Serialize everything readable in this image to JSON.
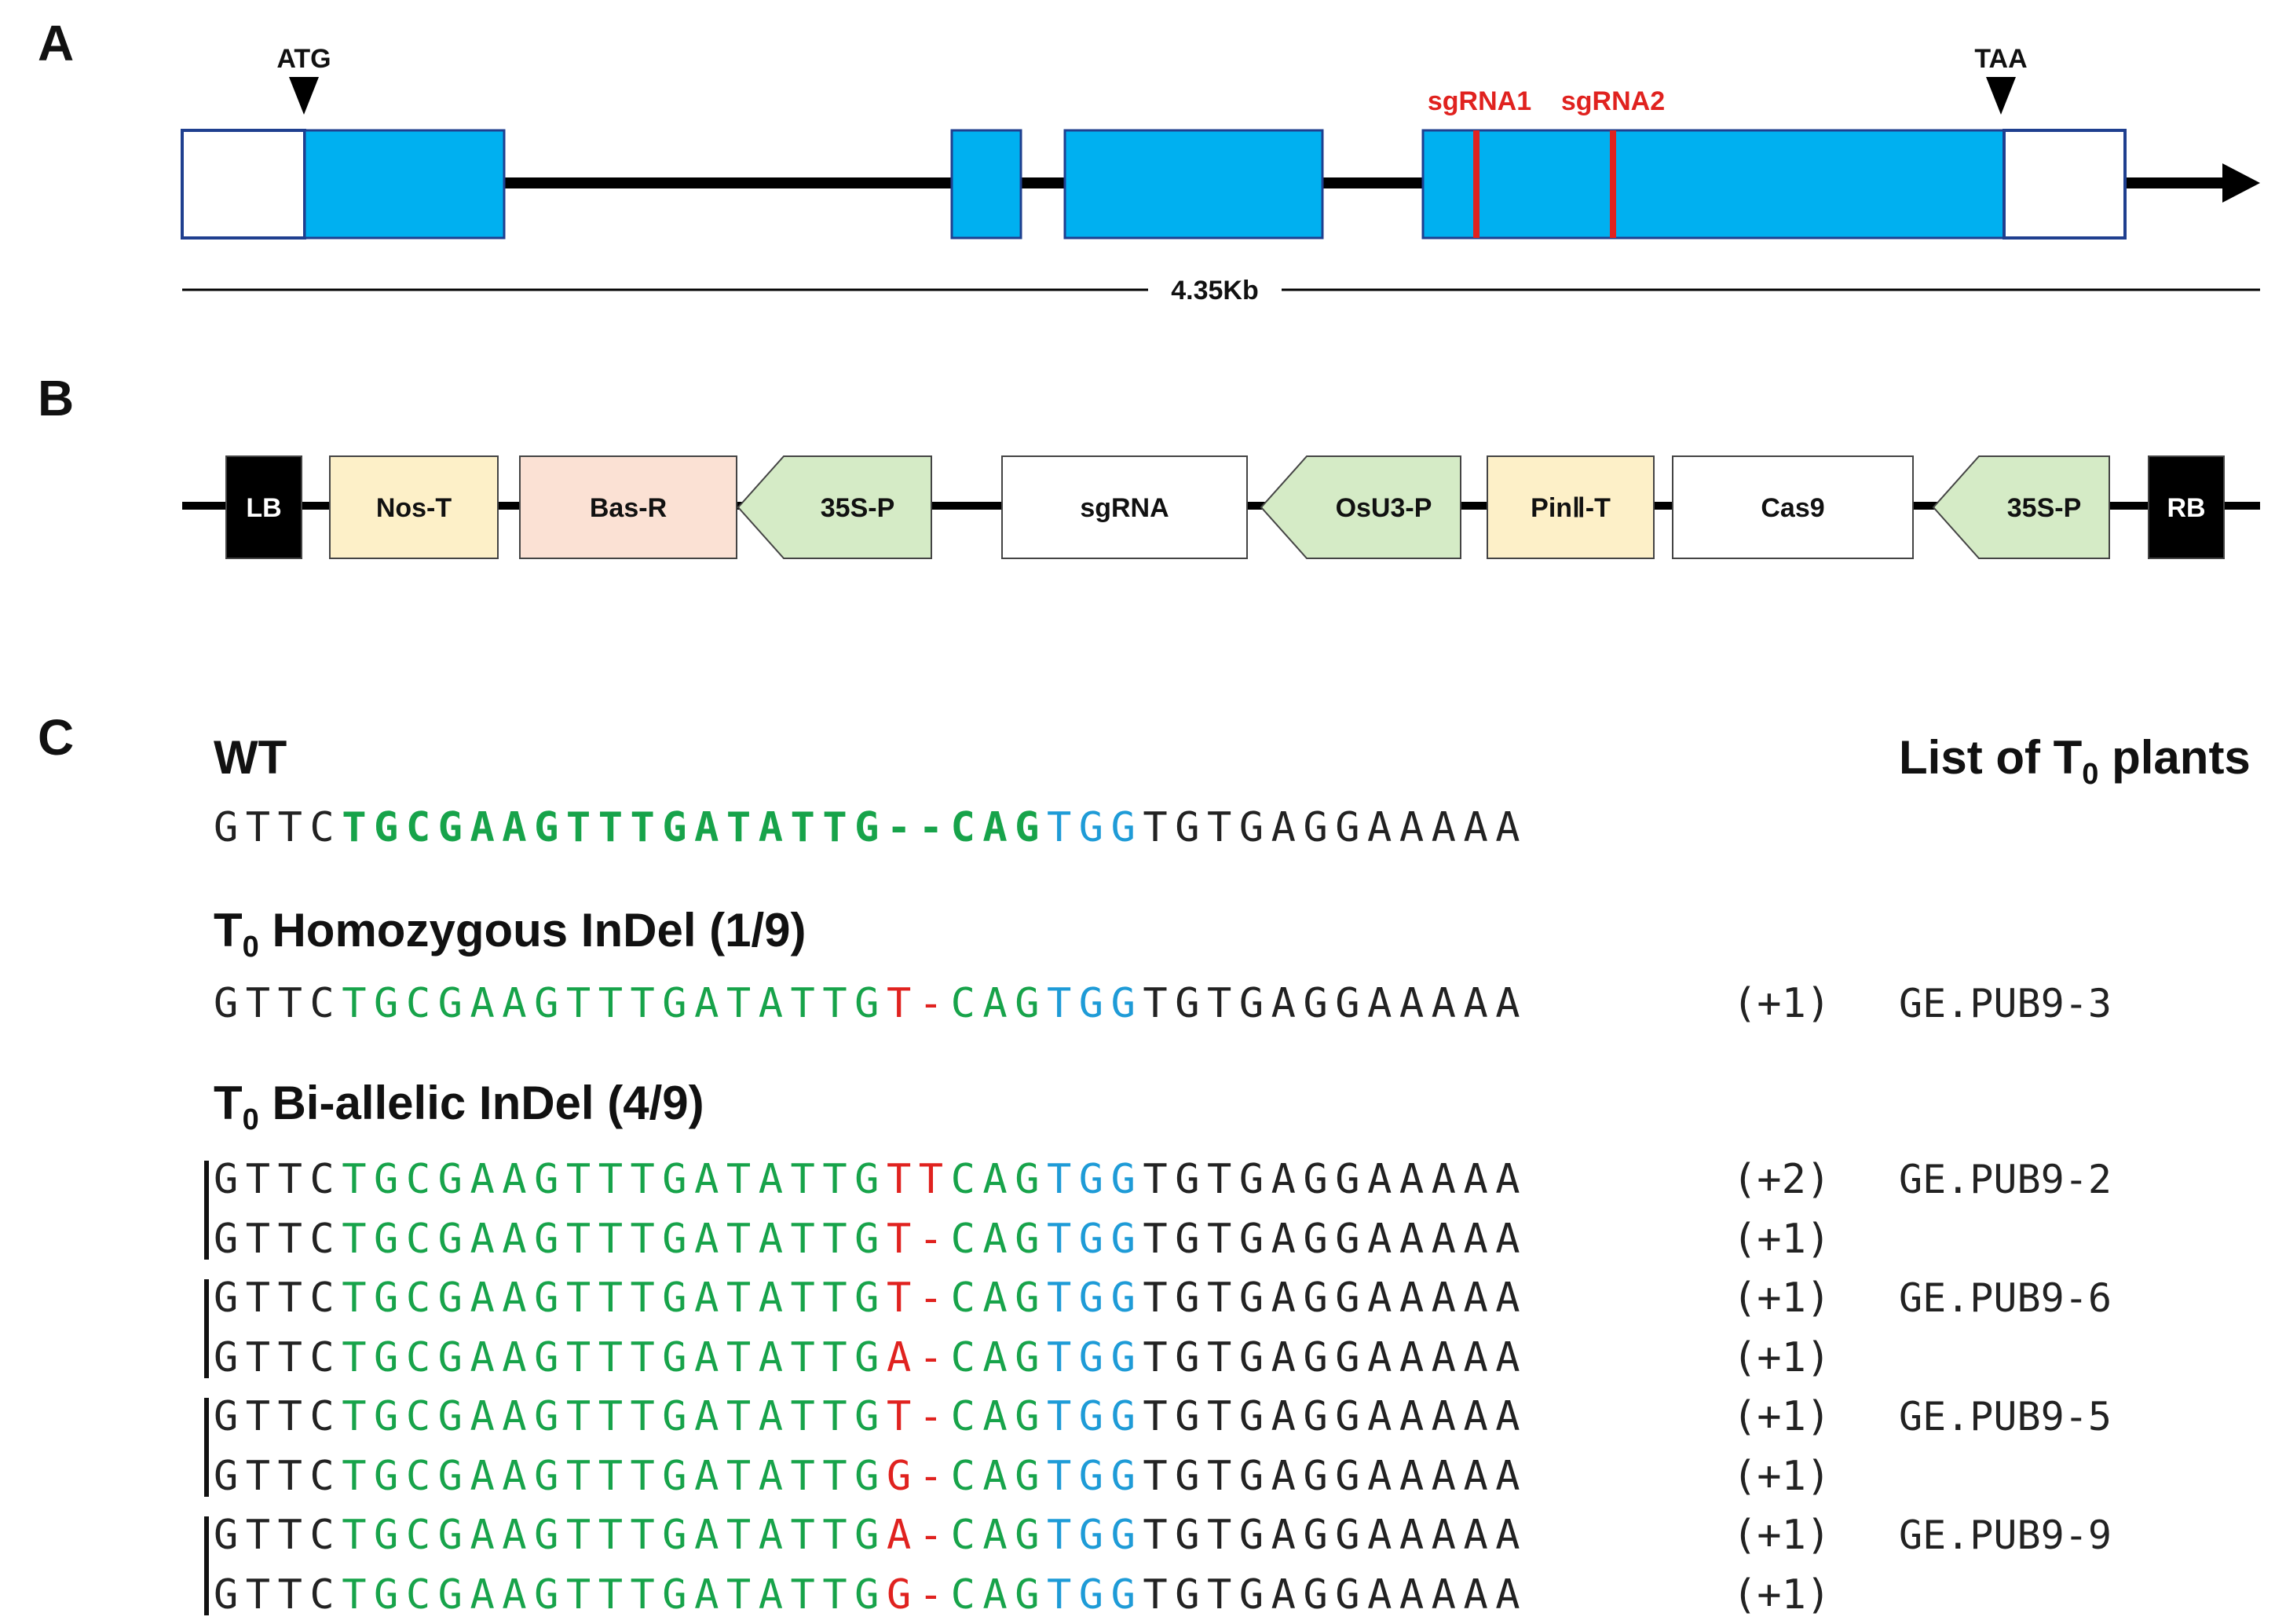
{
  "panels": {
    "a": "A",
    "b": "B",
    "c": "C"
  },
  "gene": {
    "start_codon": "ATG",
    "stop_codon": "TAA",
    "sgrna1": "sgRNA1",
    "sgrna2": "sgRNA2",
    "length": "4.35Kb",
    "colors": {
      "exon": "#00b0f0",
      "utr_border": "#1f3f8f",
      "sgrna": "#e0221f",
      "intron": "#000000"
    }
  },
  "construct": {
    "elements": [
      {
        "label": "LB",
        "fill": "#000000",
        "text_color": "#ffffff"
      },
      {
        "label": "Nos-T",
        "fill": "#fdf0c8",
        "text_color": "#111111"
      },
      {
        "label": "Bas-R",
        "fill": "#fbe1d4",
        "text_color": "#111111"
      },
      {
        "label": "35S-P",
        "fill": "#d5ebc6",
        "text_color": "#111111"
      },
      {
        "label": "sgRNA",
        "fill": "#ffffff",
        "text_color": "#111111"
      },
      {
        "label": "OsU3-P",
        "fill": "#d5ebc6",
        "text_color": "#111111"
      },
      {
        "label": "PinⅡ-T",
        "fill": "#fdf0c8",
        "text_color": "#111111"
      },
      {
        "label": "Cas9",
        "fill": "#ffffff",
        "text_color": "#111111"
      },
      {
        "label": "35S-P",
        "fill": "#d5ebc6",
        "text_color": "#111111"
      },
      {
        "label": "RB",
        "fill": "#000000",
        "text_color": "#ffffff"
      }
    ]
  },
  "sequences": {
    "wt_heading": "WT",
    "list_heading_pre": "List of T",
    "list_heading_sub": "0",
    "list_heading_post": " plants",
    "homo_heading_pre": "T",
    "homo_heading_sub": "0",
    "homo_heading_post": " Homozygous InDel (1/9)",
    "bi_heading_pre": "T",
    "bi_heading_sub": "0",
    "bi_heading_post": " Bi-allelic InDel (4/9)",
    "wt": {
      "p1": "GTTC",
      "p2": "TGCGAAGTTTGATATTG--CAG",
      "p3": "TGG",
      "p4": "TGTGAGGAAAAA"
    },
    "homo": {
      "p1": "GTTC",
      "p2": "TGCGAAGTTTGATATTG",
      "ins": "T-",
      "p2b": "CAG",
      "p3": "TGG",
      "p4": "TGTGAGGAAAAA",
      "indel": "(+1)",
      "plant": "GE.PUB9-3"
    },
    "bi": [
      {
        "p1": "GTTC",
        "p2": "TGCGAAGTTTGATATTG",
        "ins": "TT",
        "p2b": "CAG",
        "p3": "TGG",
        "p4": "TGTGAGGAAAAA",
        "indel": "(+2)",
        "plant": "GE.PUB9-2"
      },
      {
        "p1": "GTTC",
        "p2": "TGCGAAGTTTGATATTG",
        "ins": "T-",
        "p2b": "CAG",
        "p3": "TGG",
        "p4": "TGTGAGGAAAAA",
        "indel": "(+1)",
        "plant": ""
      },
      {
        "p1": "GTTC",
        "p2": "TGCGAAGTTTGATATTG",
        "ins": "T-",
        "p2b": "CAG",
        "p3": "TGG",
        "p4": "TGTGAGGAAAAA",
        "indel": "(+1)",
        "plant": "GE.PUB9-6"
      },
      {
        "p1": "GTTC",
        "p2": "TGCGAAGTTTGATATTG",
        "ins": "A-",
        "p2b": "CAG",
        "p3": "TGG",
        "p4": "TGTGAGGAAAAA",
        "indel": "(+1)",
        "plant": ""
      },
      {
        "p1": "GTTC",
        "p2": "TGCGAAGTTTGATATTG",
        "ins": "T-",
        "p2b": "CAG",
        "p3": "TGG",
        "p4": "TGTGAGGAAAAA",
        "indel": "(+1)",
        "plant": "GE.PUB9-5"
      },
      {
        "p1": "GTTC",
        "p2": "TGCGAAGTTTGATATTG",
        "ins": "G-",
        "p2b": "CAG",
        "p3": "TGG",
        "p4": "TGTGAGGAAAAA",
        "indel": "(+1)",
        "plant": ""
      },
      {
        "p1": "GTTC",
        "p2": "TGCGAAGTTTGATATTG",
        "ins": "A-",
        "p2b": "CAG",
        "p3": "TGG",
        "p4": "TGTGAGGAAAAA",
        "indel": "(+1)",
        "plant": "GE.PUB9-9"
      },
      {
        "p1": "GTTC",
        "p2": "TGCGAAGTTTGATATTG",
        "ins": "G-",
        "p2b": "CAG",
        "p3": "TGG",
        "p4": "TGTGAGGAAAAA",
        "indel": "(+1)",
        "plant": ""
      }
    ]
  }
}
